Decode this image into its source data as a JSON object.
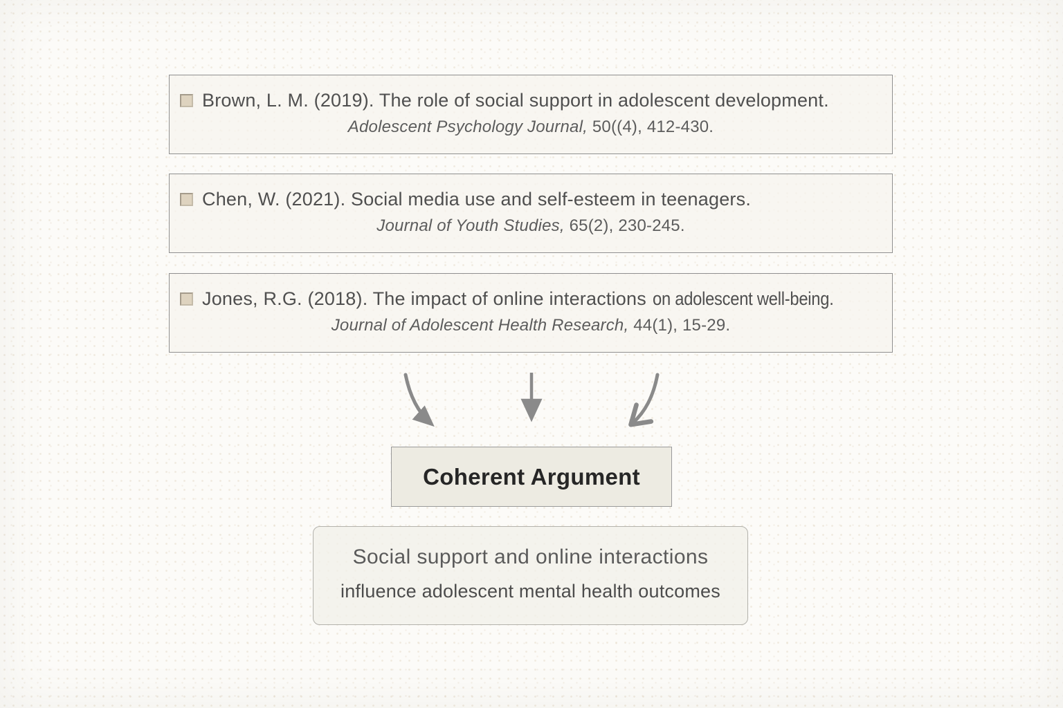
{
  "citations": [
    {
      "author_main": "Brown, L. M. (2019). The role of social support in adolescent development.",
      "author_tail": "",
      "journal_name": "Adolescent Psychology Journal,",
      "journal_ref": "50((4), 412-430."
    },
    {
      "author_main": "Chen, W. (2021). Social media use and self-esteem in teenagers.",
      "author_tail": "",
      "journal_name": "Journal of Youth Studies,",
      "journal_ref": "65(2), 230-245."
    },
    {
      "author_main": "Jones, R.G. (2018). The impact of online interactions",
      "author_tail": "on adolescent well-being.",
      "journal_name": "Journal of Adolescent Health Research,",
      "journal_ref": "44(1), 15-29."
    }
  ],
  "argument_box": {
    "label": "Coherent Argument"
  },
  "thesis_box": {
    "line1": "Social support and online interactions",
    "line2": "influence adolescent mental health outcomes"
  },
  "colors": {
    "arrow": "#8a8a8a",
    "bullet_fill": "#ded3bf",
    "bullet_border": "#a49b8b",
    "box_border": "#8f8f8f",
    "argument_fill": "#edebe2",
    "background": "#fcfbf8"
  }
}
